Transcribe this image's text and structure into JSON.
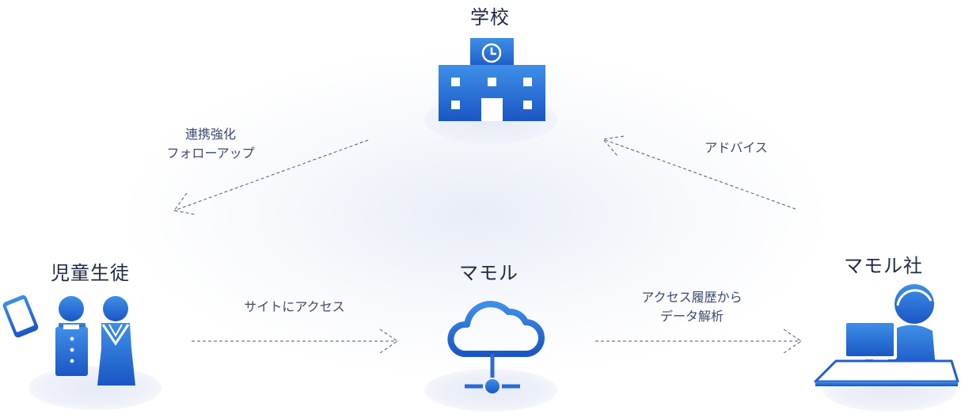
{
  "nodes": {
    "school": {
      "title": "学校"
    },
    "students": {
      "title": "児童生徒"
    },
    "mamoru": {
      "title": "マモル"
    },
    "company": {
      "title": "マモル社"
    }
  },
  "edges": {
    "school_to_students": {
      "line1": "連携強化",
      "line2": "フォローアップ"
    },
    "company_to_school": {
      "line1": "アドバイス"
    },
    "students_to_mamoru": {
      "line1": "サイトにアクセス"
    },
    "mamoru_to_company": {
      "line1": "アクセス履歴から",
      "line2": "データ解析"
    }
  },
  "colors": {
    "icon_primary": "#1f5fd1",
    "icon_light": "#3f8fe8",
    "text": "#1f2a44",
    "arrow": "#4a5a80"
  }
}
